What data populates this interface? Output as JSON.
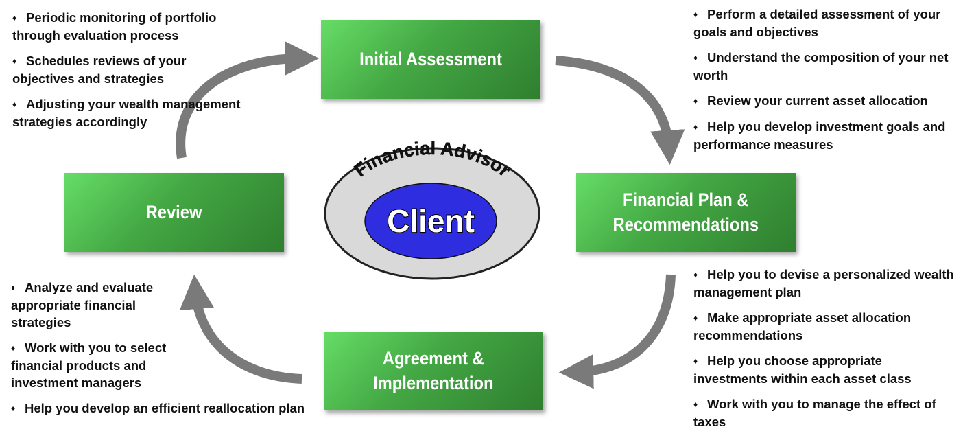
{
  "center": {
    "outer_label": "Financial Advisor",
    "inner_label": "Client",
    "outer_color": "#d9d9d9",
    "inner_color": "#2e2ee0"
  },
  "stages": {
    "initial": "Initial Assessment",
    "plan_line1": "Financial Plan &",
    "plan_line2": "Recommendations",
    "agree_line1": "Agreement &",
    "agree_line2": "Implementation",
    "review": "Review"
  },
  "bullet_marker": "♦",
  "bullets": {
    "top_left": [
      "Periodic monitoring of portfolio through evaluation process",
      "Schedules reviews of your objectives and strategies",
      "Adjusting your wealth management strategies accordingly"
    ],
    "top_right": [
      "Perform a detailed assessment of your goals and objectives",
      "Understand the composition of your net worth",
      "Review your current asset allocation",
      "Help you develop investment goals and performance measures"
    ],
    "bottom_right": [
      "Help you to devise a personalized wealth management plan",
      "Make appropriate asset allocation recommendations",
      "Help you choose appropriate investments within each asset class",
      "Work with you to manage the effect of taxes"
    ],
    "bottom_left": [
      "Analyze and evaluate appropriate financial strategies",
      "Work with you to select financial products and investment managers",
      "Help you develop an efficient reallocation plan"
    ]
  },
  "arrow_color": "#7a7a7a",
  "box_color": "#43a743"
}
